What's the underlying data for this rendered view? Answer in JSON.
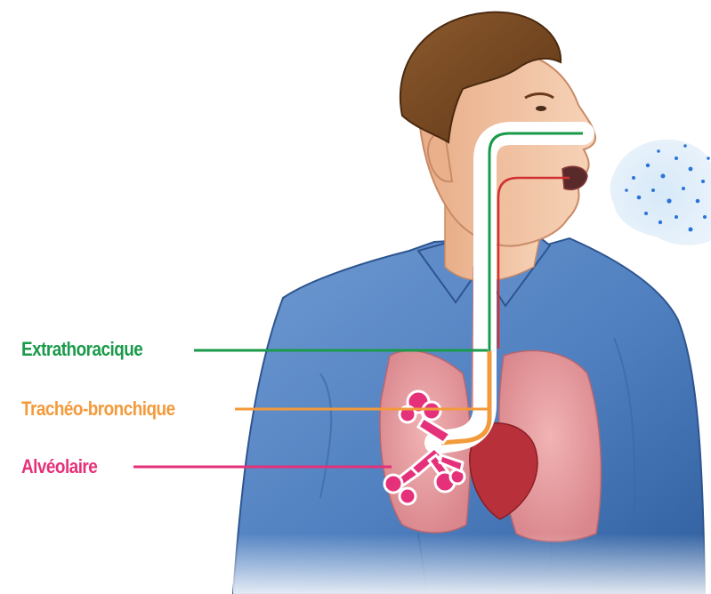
{
  "regions": [
    {
      "key": "extrathoracique",
      "label": "Extrathoracique",
      "color": "#1a9a4a"
    },
    {
      "key": "tracheo",
      "label": "Trachéo-bronchique",
      "color": "#f39a3a"
    },
    {
      "key": "alveolaire",
      "label": "Alvéolaire",
      "color": "#e5317a"
    }
  ],
  "illustration": {
    "subject": "profile-person-exhaling-aerosol",
    "skin_color": "#f4c6a8",
    "hair_color": "#7a4a24",
    "shirt_color": "#4f7fbf",
    "lung_color": "#e79aa0",
    "aerosol_particle_color": "#2a73d8"
  }
}
